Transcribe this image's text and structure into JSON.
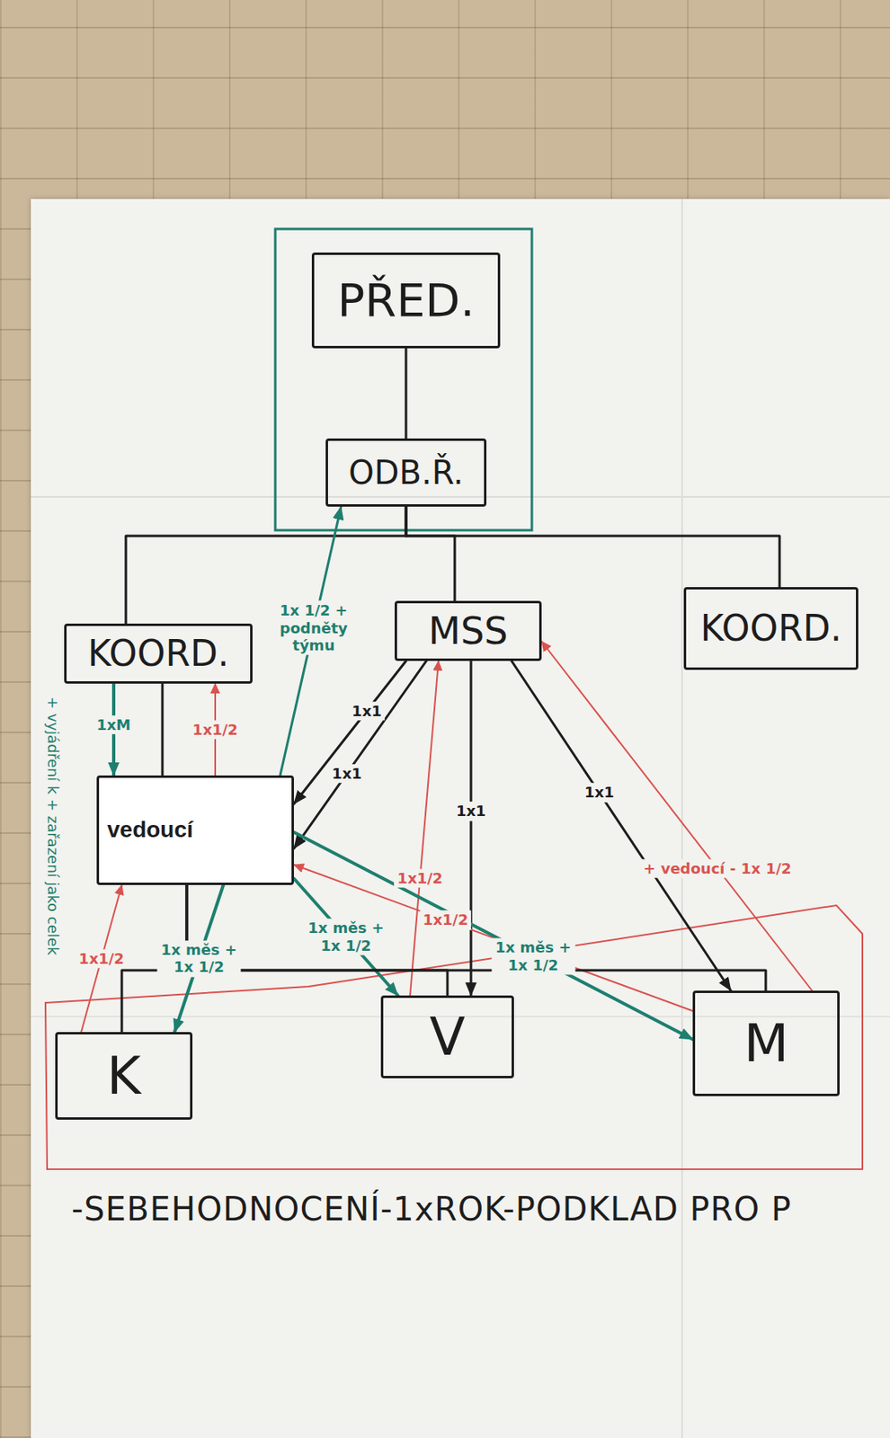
{
  "diagram": {
    "caption": "-SEBEHODNOCENÍ-1xROK-PODKLAD PRO P",
    "nodes": [
      {
        "text": [
          "PŘED."
        ]
      },
      {
        "text": [
          "ODB.Ř."
        ]
      },
      {
        "text": [
          "KOORD."
        ]
      },
      {
        "text": [
          "MSS"
        ]
      },
      {
        "text": [
          "KOORD."
        ]
      },
      {
        "text": [
          "vedoucí"
        ]
      },
      {
        "text": [
          "K"
        ]
      },
      {
        "text": [
          "V"
        ]
      },
      {
        "text": [
          "M"
        ]
      }
    ],
    "edges": [
      {
        "from": 0,
        "to": 1,
        "arrow": "none"
      },
      {
        "from": 1,
        "to": 2,
        "arrow": "none"
      },
      {
        "from": 1,
        "to": 3,
        "arrow": "none"
      },
      {
        "from": 1,
        "to": 4,
        "arrow": "none"
      },
      {
        "from": 2,
        "to": 5,
        "arrow": "none"
      },
      {
        "from": 2,
        "to": 5,
        "arrow": "to",
        "label": "1xM"
      },
      {
        "from": 5,
        "to": 2,
        "arrow": "to",
        "label": "1x1/2"
      },
      {
        "from": 5,
        "to": 1,
        "arrow": "to",
        "label": "1x 1/2 + podněty týmu"
      },
      {
        "from": 3,
        "to": 5,
        "arrow": "to",
        "label": "1x1"
      },
      {
        "from": 3,
        "to": 5,
        "arrow": "to",
        "label": "1x1"
      },
      {
        "from": 3,
        "to": 7,
        "arrow": "to",
        "label": "1x1"
      },
      {
        "from": 3,
        "to": 8,
        "arrow": "to",
        "label": "1x1"
      },
      {
        "from": 7,
        "to": 3,
        "arrow": "to",
        "label": "1x1/2"
      },
      {
        "from": 8,
        "to": 3,
        "arrow": "to",
        "label": "+ vedoucí - 1x 1/2"
      },
      {
        "from": 6,
        "to": 5,
        "arrow": "to",
        "label": "1x1/2"
      },
      {
        "from": 8,
        "to": 5,
        "arrow": "to",
        "label": "1x1/2"
      },
      {
        "from": 5,
        "to": 6,
        "arrow": "to",
        "label": "1x měs + 1x 1/2"
      },
      {
        "from": 5,
        "to": 7,
        "arrow": "to",
        "label": "1x měs + 1x 1/2"
      },
      {
        "from": 5,
        "to": 8,
        "arrow": "to",
        "label": "1x měs + 1x 1/2"
      },
      {
        "from": 5,
        "to": 6,
        "arrow": "none"
      },
      {
        "from": 5,
        "to": 7,
        "arrow": "none"
      },
      {
        "from": 5,
        "to": 8,
        "arrow": "none"
      }
    ],
    "labels": [
      "+ vyjádření k + zařazení jako celek"
    ]
  }
}
